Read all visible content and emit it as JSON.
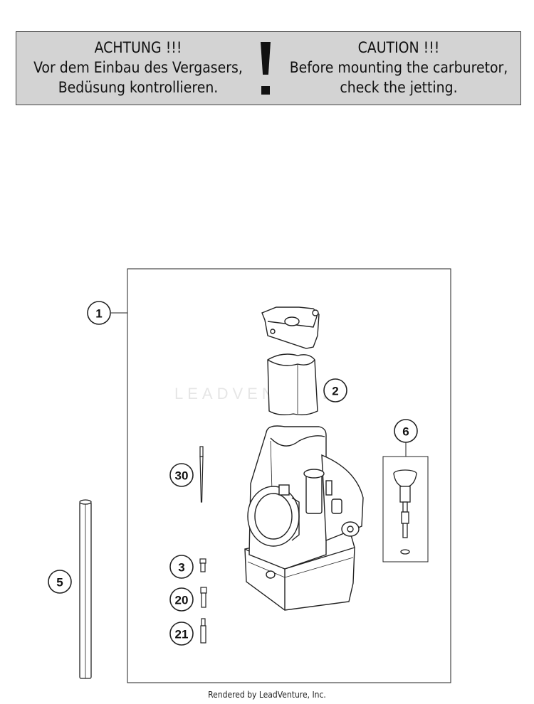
{
  "caution": {
    "german": {
      "heading": "ACHTUNG !!!",
      "line1": "Vor dem Einbau des Vergasers,",
      "line2": "Bedüsung kontrollieren."
    },
    "english": {
      "heading": "CAUTION !!!",
      "line1": "Before mounting the carburetor,",
      "line2": "check the jetting."
    },
    "background_color": "#d3d3d3"
  },
  "callouts": {
    "carburetor": "1",
    "slide": "2",
    "main_jet": "3",
    "hose": "5",
    "choke": "6",
    "idle_jet": "20",
    "jet_needle_holder": "21",
    "jet_needle": "30"
  },
  "watermark": "LEADVENTURE",
  "footer": "Rendered by LeadVenture, Inc."
}
